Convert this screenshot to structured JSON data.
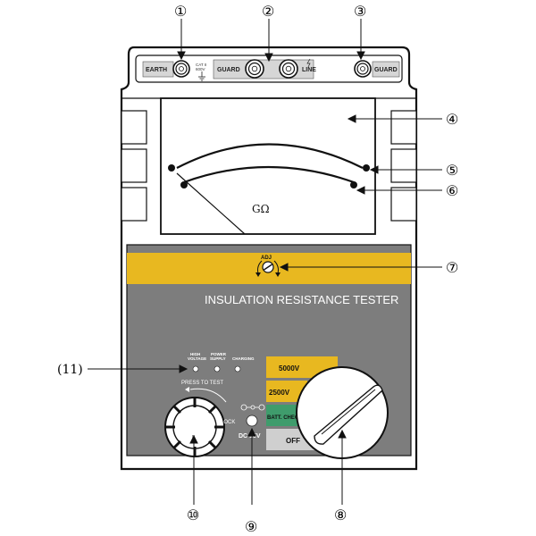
{
  "callouts": {
    "c1": "①",
    "c2": "②",
    "c3": "③",
    "c4": "④",
    "c5": "⑤",
    "c6": "⑥",
    "c7": "⑦",
    "c8": "⑧",
    "c9": "⑨",
    "c10": "⑩",
    "c11": "(11)"
  },
  "terminals": {
    "earth": "EARTH",
    "guard_left": "GUARD",
    "line": "LINE",
    "guard_right": "GUARD",
    "cat_line1": "CAT II",
    "cat_line2": "600V"
  },
  "meter": {
    "unit": "GΩ",
    "adj": "ADJ"
  },
  "panel": {
    "title": "INSULATION RESISTANCE TESTER",
    "indicators": {
      "high_voltage_1": "HIGH",
      "high_voltage_2": "VOLTAGE",
      "power_supply_1": "POWER",
      "power_supply_2": "SUPPLY",
      "charging": "CHARGING"
    },
    "press_to_test": "PRESS TO TEST",
    "lock": "LOCK",
    "dc_input": "DC 15V",
    "ranges": [
      "5000V",
      "2500V",
      "BATT. CHECK",
      "OFF"
    ]
  },
  "colors": {
    "body": "#ffffff",
    "accent_yellow": "#e8b820",
    "panel_gray": "#7d7d7d",
    "batt_green": "#3f9c6c",
    "off_gray": "#cfcfcf"
  }
}
